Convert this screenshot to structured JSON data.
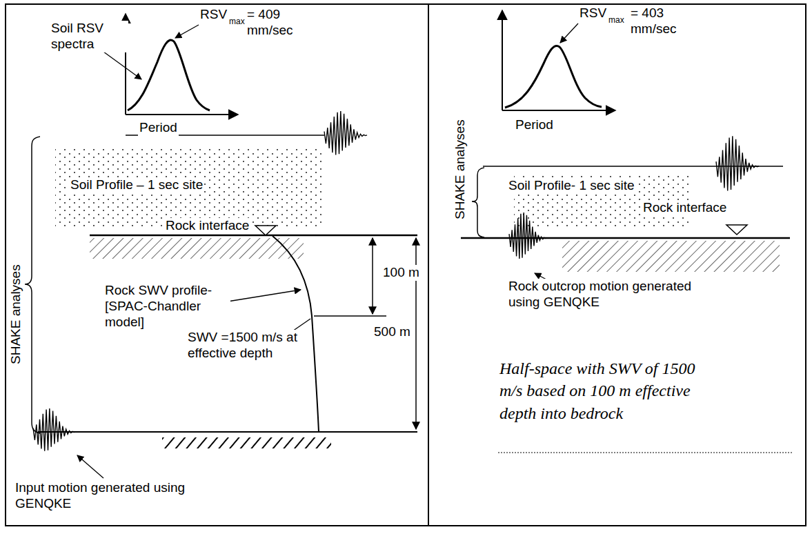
{
  "diagram": {
    "labels": [
      "RSV",
      "max",
      "= 409 mm/sec",
      "Soil RSV spectra",
      "Period",
      "SHAKE analyses",
      "Soil Profile – 1 sec site",
      "Rock interface",
      "100 m",
      "Rock SWV profile- [SPAC-Chandler model]",
      "SWV =1500 m/s at effective depth",
      "500 m",
      "Input motion generated using GENQKE",
      "RSV",
      "max",
      "= 403 mm/sec",
      "Period",
      "SHAKE analyses",
      "Soil Profile- 1 sec site",
      "Rock interface",
      "Rock outcrop motion generated using GENQKE",
      "Half-space with SWV of 1500 m/s based on 100 m effective depth into bedrock"
    ]
  }
}
